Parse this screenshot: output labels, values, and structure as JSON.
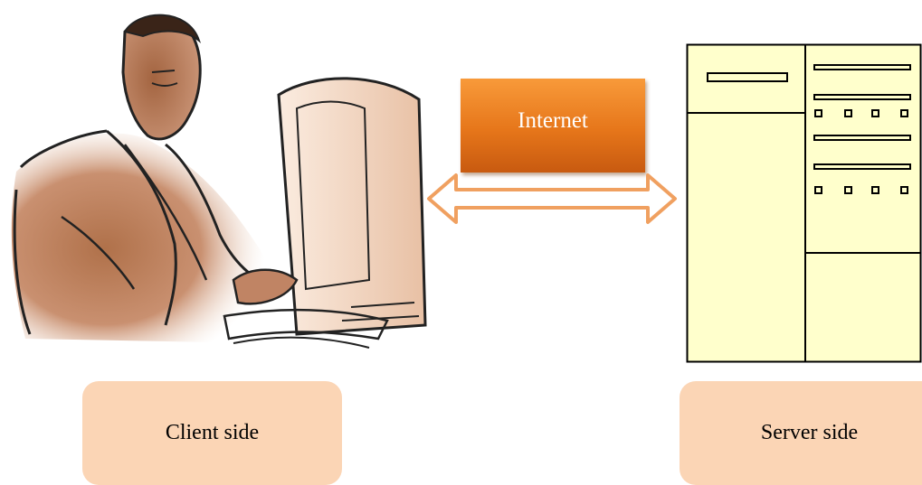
{
  "internet": {
    "label": "Internet"
  },
  "client": {
    "label": "Client side",
    "icon": "person-at-computer-icon"
  },
  "server": {
    "label": "Server side",
    "icon": "server-cabinet-icon"
  },
  "connection": {
    "icon": "double-arrow-icon"
  },
  "colors": {
    "internet_box": "#e6761a",
    "arrow_outline": "#f0a060",
    "label_fill": "#fbd5b5",
    "server_fill": "#ffffcc"
  }
}
